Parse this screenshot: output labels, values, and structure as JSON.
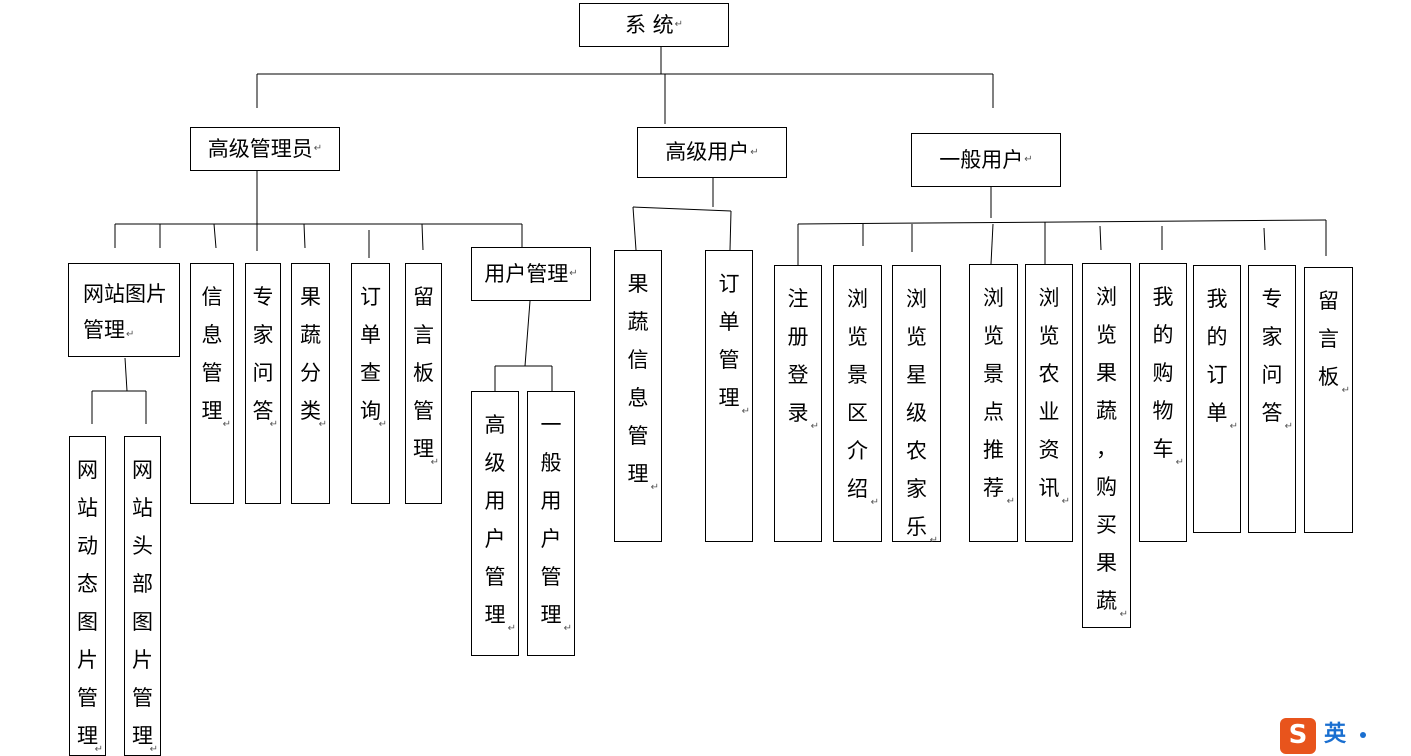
{
  "return_mark": "↵",
  "root": {
    "label": "系 统"
  },
  "roles": [
    {
      "id": "admin",
      "label": "高级管理员"
    },
    {
      "id": "senior",
      "label": "高级用户"
    },
    {
      "id": "normal",
      "label": "一般用户"
    }
  ],
  "admin_children": [
    {
      "label": "网站图片管理"
    },
    {
      "label": "信息管理"
    },
    {
      "label": "专家问答"
    },
    {
      "label": "果蔬分类"
    },
    {
      "label": "订单查询"
    },
    {
      "label": "留言板管理"
    },
    {
      "label": "用户管理"
    }
  ],
  "website_image_children": [
    {
      "label": "网站动态图片管理"
    },
    {
      "label": "网站头部图片管理"
    }
  ],
  "user_mgmt_children": [
    {
      "label": "高级用户管理"
    },
    {
      "label": "一般用户管理"
    }
  ],
  "senior_children": [
    {
      "label": "果蔬信息管理"
    },
    {
      "label": "订单管理"
    }
  ],
  "normal_children": [
    {
      "label": "注册登录"
    },
    {
      "label": "浏览景区介绍"
    },
    {
      "label": "浏览星级农家乐"
    },
    {
      "label": "浏览景点推荐"
    },
    {
      "label": "浏览农业资讯"
    },
    {
      "label": "浏览果蔬，购买果蔬"
    },
    {
      "label": "我的购物车"
    },
    {
      "label": "我的订单"
    },
    {
      "label": "专家问答"
    },
    {
      "label": "留言板"
    }
  ],
  "ime_logo": {
    "letter": "S",
    "text": "英"
  }
}
